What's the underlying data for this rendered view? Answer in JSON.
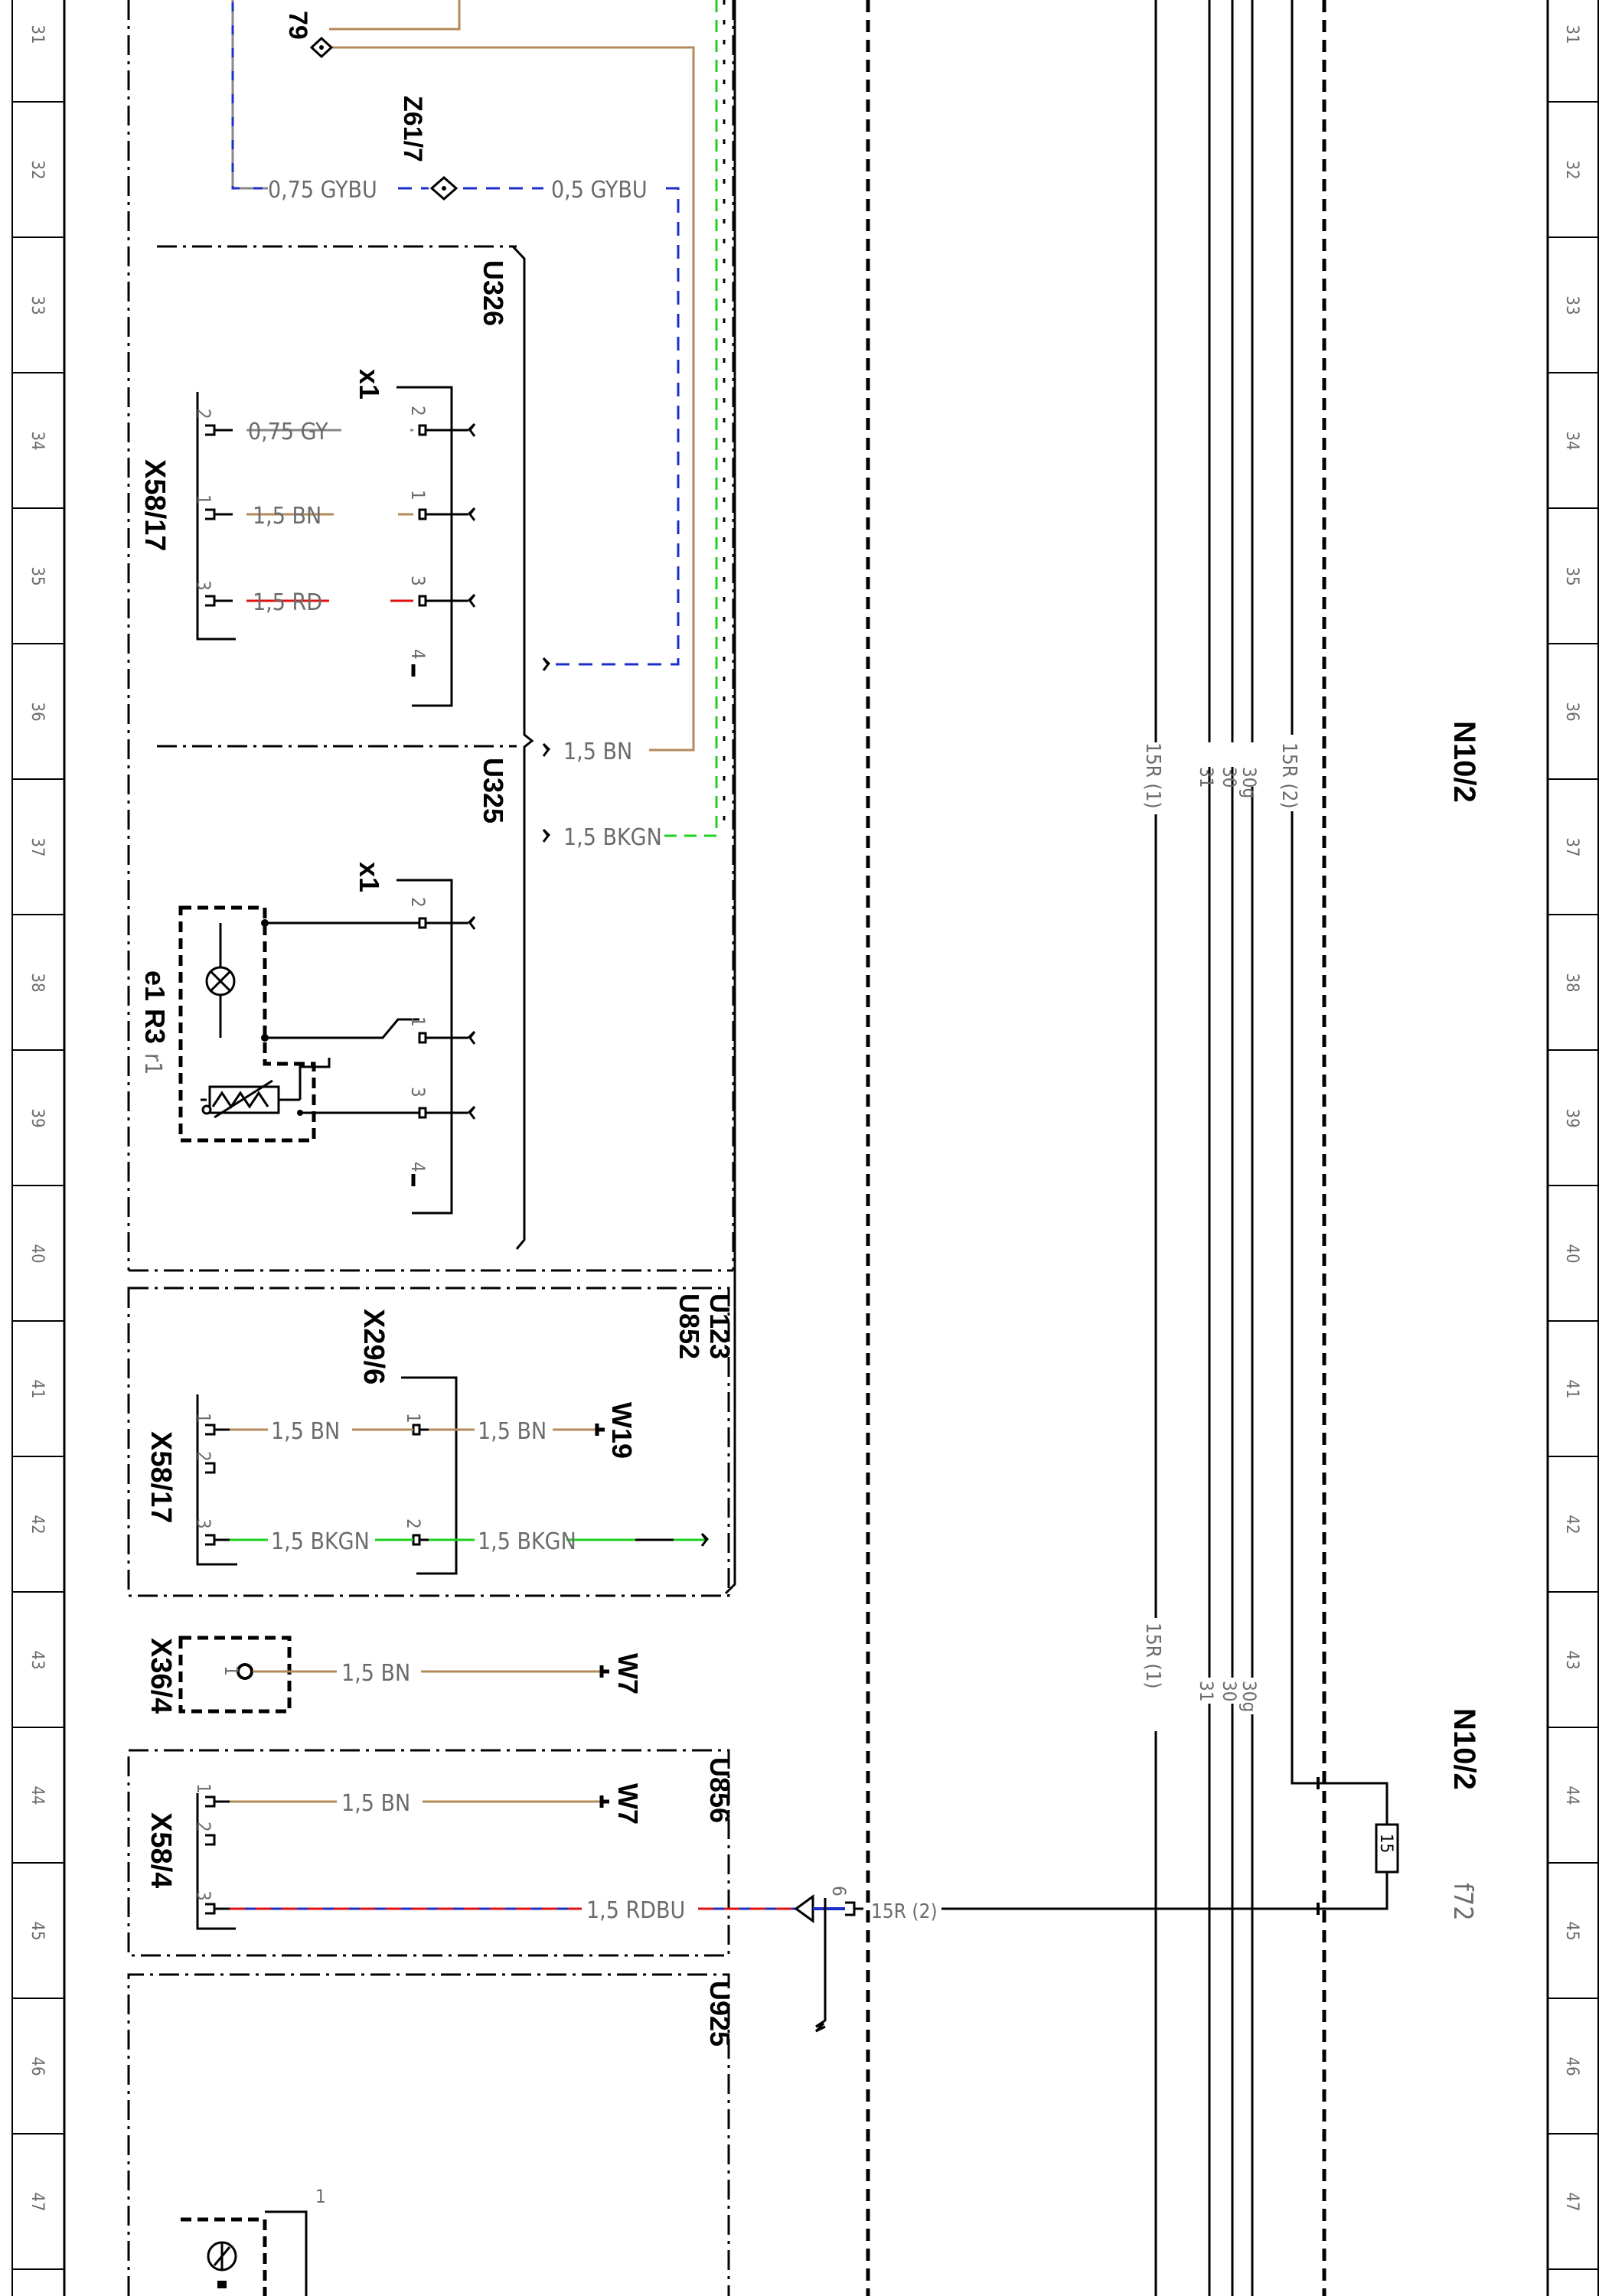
{
  "colors": {
    "ink": "#000000",
    "gray_text": "#6b6b6b",
    "BN": "#b38a5a",
    "GY": "#888888",
    "RD": "#e01010",
    "BU": "#1b2fc8",
    "GN": "#1fd01f",
    "BK": "#000000"
  },
  "rulers": {
    "ticks": [
      "31",
      "32",
      "33",
      "34",
      "35",
      "36",
      "37",
      "38",
      "39",
      "40",
      "41",
      "42",
      "43",
      "44",
      "45",
      "46",
      "47"
    ]
  },
  "modules": {
    "u326": "U326",
    "u325": "U325",
    "u123": "U123",
    "u852": "U852",
    "u856": "U856",
    "u925": "U925"
  },
  "components": {
    "x58_17_top": "X58/17",
    "x1_a": "x1",
    "x1_b": "x1",
    "z61_7": "Z61/7",
    "z_partial": "79",
    "e1_r3": "e1 R3",
    "r1": "r1",
    "x29_6": "X29/6",
    "x58_17_low": "X58/17",
    "w19": "W19",
    "x36_4": "X36/4",
    "w7_a": "W7",
    "w7_b": "W7",
    "x58_4": "X58/4",
    "n10_2_top": "N10/2",
    "n10_2_bottom": "N10/2",
    "f72": "f72",
    "fuse_value": "15"
  },
  "wires": {
    "gybu_075": "0,75 GYBU",
    "gybu_05": "0,5 GYBU",
    "gy_075": "0,75 GY",
    "bn_15_a": "1,5 BN",
    "rd_15": "1,5 RD",
    "bn_15_b": "1,5 BN",
    "bkgn_15_a": "1,5 BKGN",
    "bn_15_c": "1,5 BN",
    "bn_15_d": "1,5 BN",
    "bkgn_15_b": "1,5 BKGN",
    "bkgn_15_c": "1,5 BKGN",
    "bn_15_e": "1,5 BN",
    "bn_15_f": "1,5 BN",
    "rdbu_15": "1,5 RDBU",
    "r15r2_bottom": "15R (2)"
  },
  "pins": {
    "p1": "1",
    "p2": "2",
    "p3": "3",
    "p4": "4",
    "p6": "6"
  },
  "buses": {
    "top": {
      "b1": "15R (1)",
      "b2": "31",
      "b3": "30",
      "b4": "30g",
      "b5": "15R (2)"
    },
    "mid": {
      "b1": "15R (1)",
      "b2": "31",
      "b3": "30",
      "b4": "30g"
    }
  }
}
